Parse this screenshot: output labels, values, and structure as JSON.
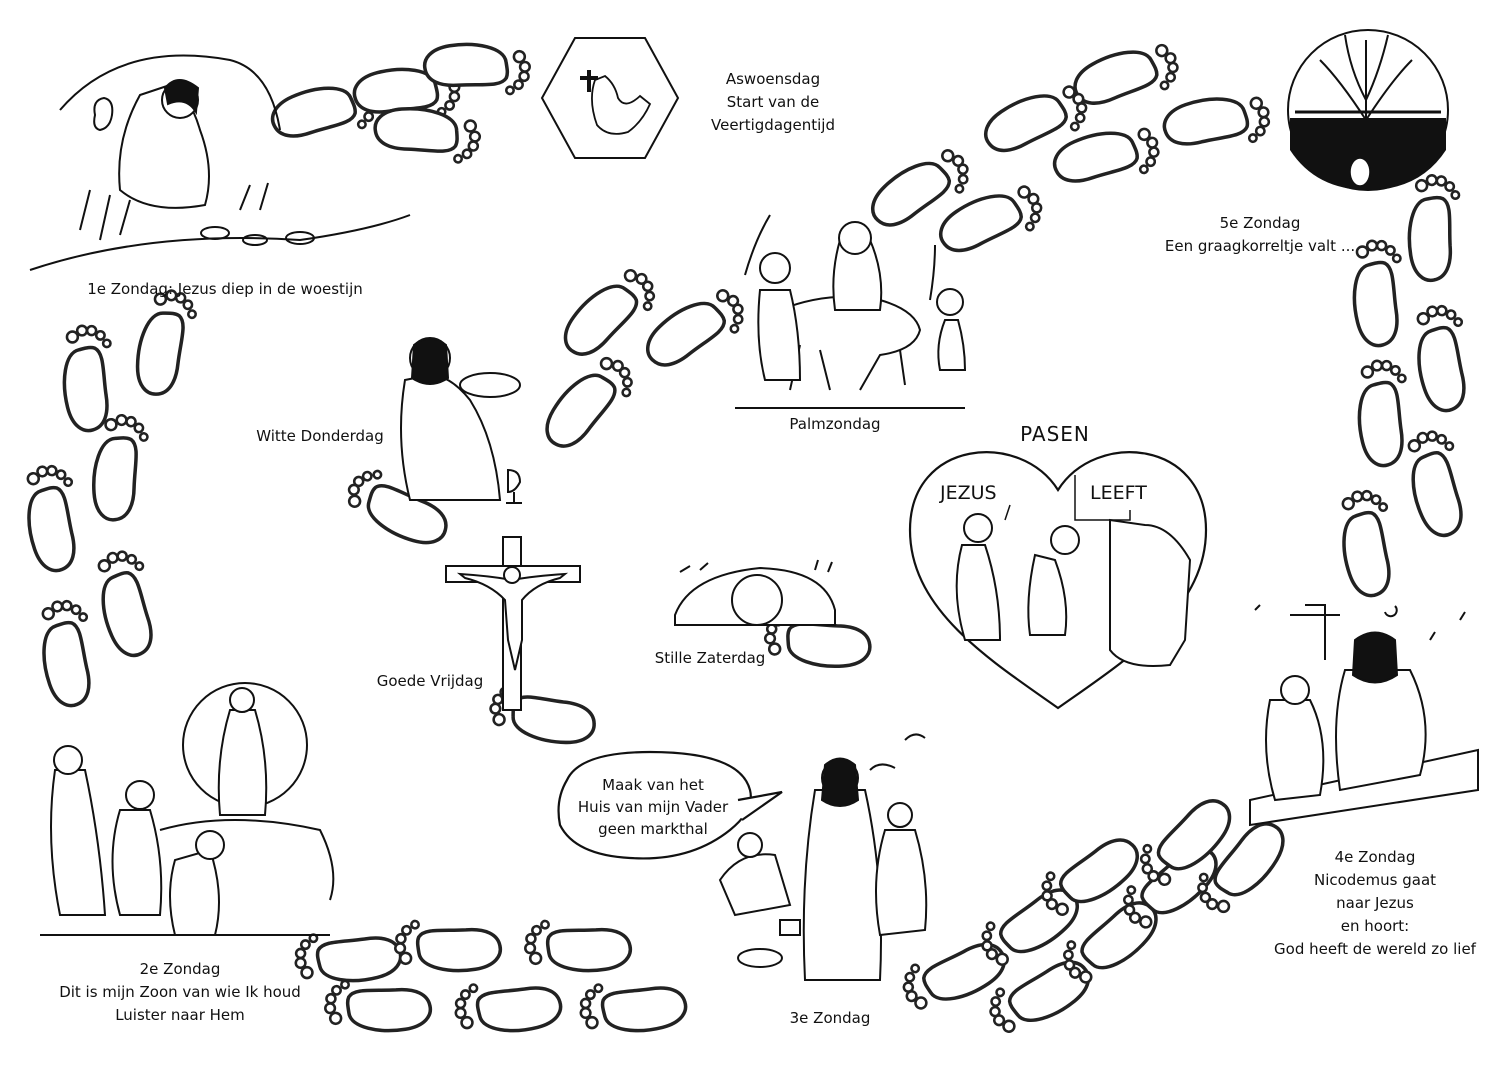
{
  "stations": {
    "aswoensdag": [
      "Aswoensdag",
      "Start van de",
      "Veertigdagentijd"
    ],
    "zondag1": [
      "1e Zondag: Jezus diep in de woestijn"
    ],
    "zondag2": [
      "2e Zondag",
      "Dit is mijn Zoon van wie Ik houd",
      "Luister naar Hem"
    ],
    "zondag3": [
      "3e Zondag"
    ],
    "zondag4": [
      "4e Zondag",
      "Nicodemus gaat",
      "naar Jezus",
      "en hoort:",
      "God heeft de wereld zo lief"
    ],
    "zondag5": [
      "5e Zondag",
      "Een graagkorreltje valt ..."
    ],
    "palmzondag": [
      "Palmzondag"
    ],
    "witte_donderdag": [
      "Witte Donderdag"
    ],
    "goede_vrijdag": [
      "Goede Vrijdag"
    ],
    "stille_zaterdag": [
      "Stille Zaterdag"
    ]
  },
  "pasen": {
    "title": "PASEN",
    "heart_left": "JEZUS",
    "heart_right": "LEEFT"
  },
  "speech_bubble": [
    "Maak van het",
    "Huis van mijn Vader",
    "geen markthal"
  ]
}
